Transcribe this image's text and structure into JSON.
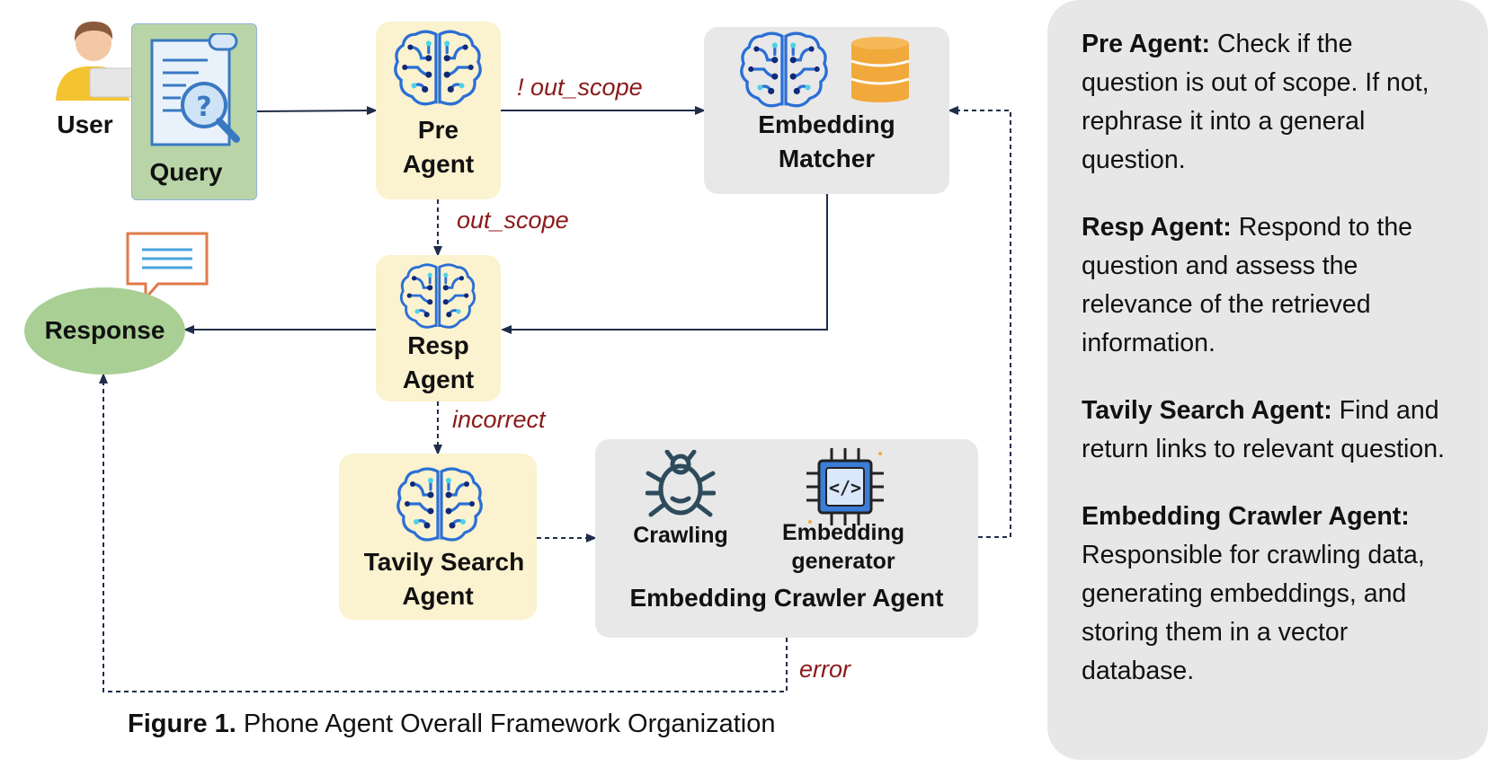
{
  "nodes": {
    "user": "User",
    "query": "Query",
    "pre_agent": [
      "Pre",
      "Agent"
    ],
    "embedding_matcher": [
      "Embedding",
      "Matcher"
    ],
    "response": "Response",
    "resp_agent": [
      "Resp",
      "Agent"
    ],
    "tavily": [
      "Tavily Search",
      "Agent"
    ],
    "crawler": {
      "crawling": "Crawling",
      "generator": [
        "Embedding",
        "generator"
      ],
      "title": "Embedding Crawler Agent"
    }
  },
  "edges": {
    "not_out_scope": "! out_scope",
    "out_scope": "out_scope",
    "incorrect": "incorrect",
    "error": "error"
  },
  "caption": {
    "label": "Figure 1.",
    "text": " Phone Agent Overall Framework Organization"
  },
  "descriptions": [
    {
      "term": "Pre Agent:",
      "text": " Check if the question is out of scope. If not, rephrase it into a general question."
    },
    {
      "term": "Resp Agent:",
      "text": " Respond to the question and assess the relevance of the retrieved information."
    },
    {
      "term": "Tavily Search Agent:",
      "text": " Find and return links to relevant question."
    },
    {
      "term": "Embedding Crawler Agent:",
      "text": " Responsible for crawling data, generating embeddings, and storing them in a vector database."
    }
  ],
  "colors": {
    "agent_fill": "#fbf2cf",
    "service_fill": "#e8e8e8",
    "query_fill": "#b9d5a8",
    "response_fill": "#a9cf94",
    "edge_label": "#8b1a1a",
    "arrow": "#1f2d4a",
    "brain": "#2a6fd6",
    "database": "#f2a93b",
    "chip": "#3b7dd8"
  },
  "icons": [
    "user-icon",
    "query-document-icon",
    "brain-icon",
    "database-icon",
    "chat-bubble-icon",
    "bug-icon",
    "chip-code-icon"
  ]
}
